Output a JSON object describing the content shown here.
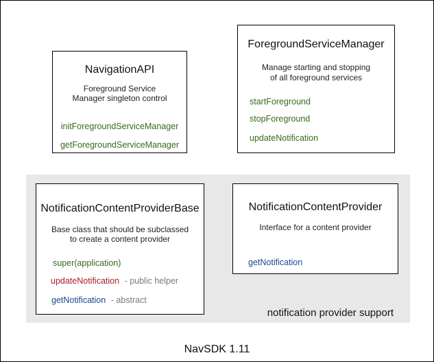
{
  "diagram": {
    "caption": "NavSDK 1.11",
    "panel_label": "notification provider support"
  },
  "colors": {
    "method_green": "#38691e",
    "method_red": "#a91e23",
    "method_blue": "#1b4690",
    "suffix_gray": "#7a7a7a",
    "panel_gray": "#e8e8e8"
  },
  "boxes": {
    "navigation_api": {
      "title": "NavigationAPI",
      "description": "Foreground Service\nManager singleton control",
      "methods": [
        {
          "name": "initForegroundServiceManager",
          "color": "green"
        },
        {
          "name": "getForegroundServiceManager",
          "color": "green"
        }
      ]
    },
    "foreground_service_manager": {
      "title": "ForegroundServiceManager",
      "description": "Manage starting and stopping\nof all foreground services",
      "methods": [
        {
          "name": "startForeground",
          "color": "green"
        },
        {
          "name": "stopForeground",
          "color": "green"
        },
        {
          "name": "updateNotification",
          "color": "green"
        }
      ]
    },
    "notification_content_provider_base": {
      "title": "NotificationContentProviderBase",
      "description": "Base class that should be subclassed\nto create a content provider",
      "methods": [
        {
          "name": "super(application)",
          "color": "green",
          "suffix": ""
        },
        {
          "name": "updateNotification",
          "color": "red",
          "suffix": "- public helper"
        },
        {
          "name": "getNotification",
          "color": "blue",
          "suffix": "- abstract"
        }
      ]
    },
    "notification_content_provider": {
      "title": "NotificationContentProvider",
      "description": "Interface for a content provider",
      "methods": [
        {
          "name": "getNotification",
          "color": "blue"
        }
      ]
    }
  }
}
